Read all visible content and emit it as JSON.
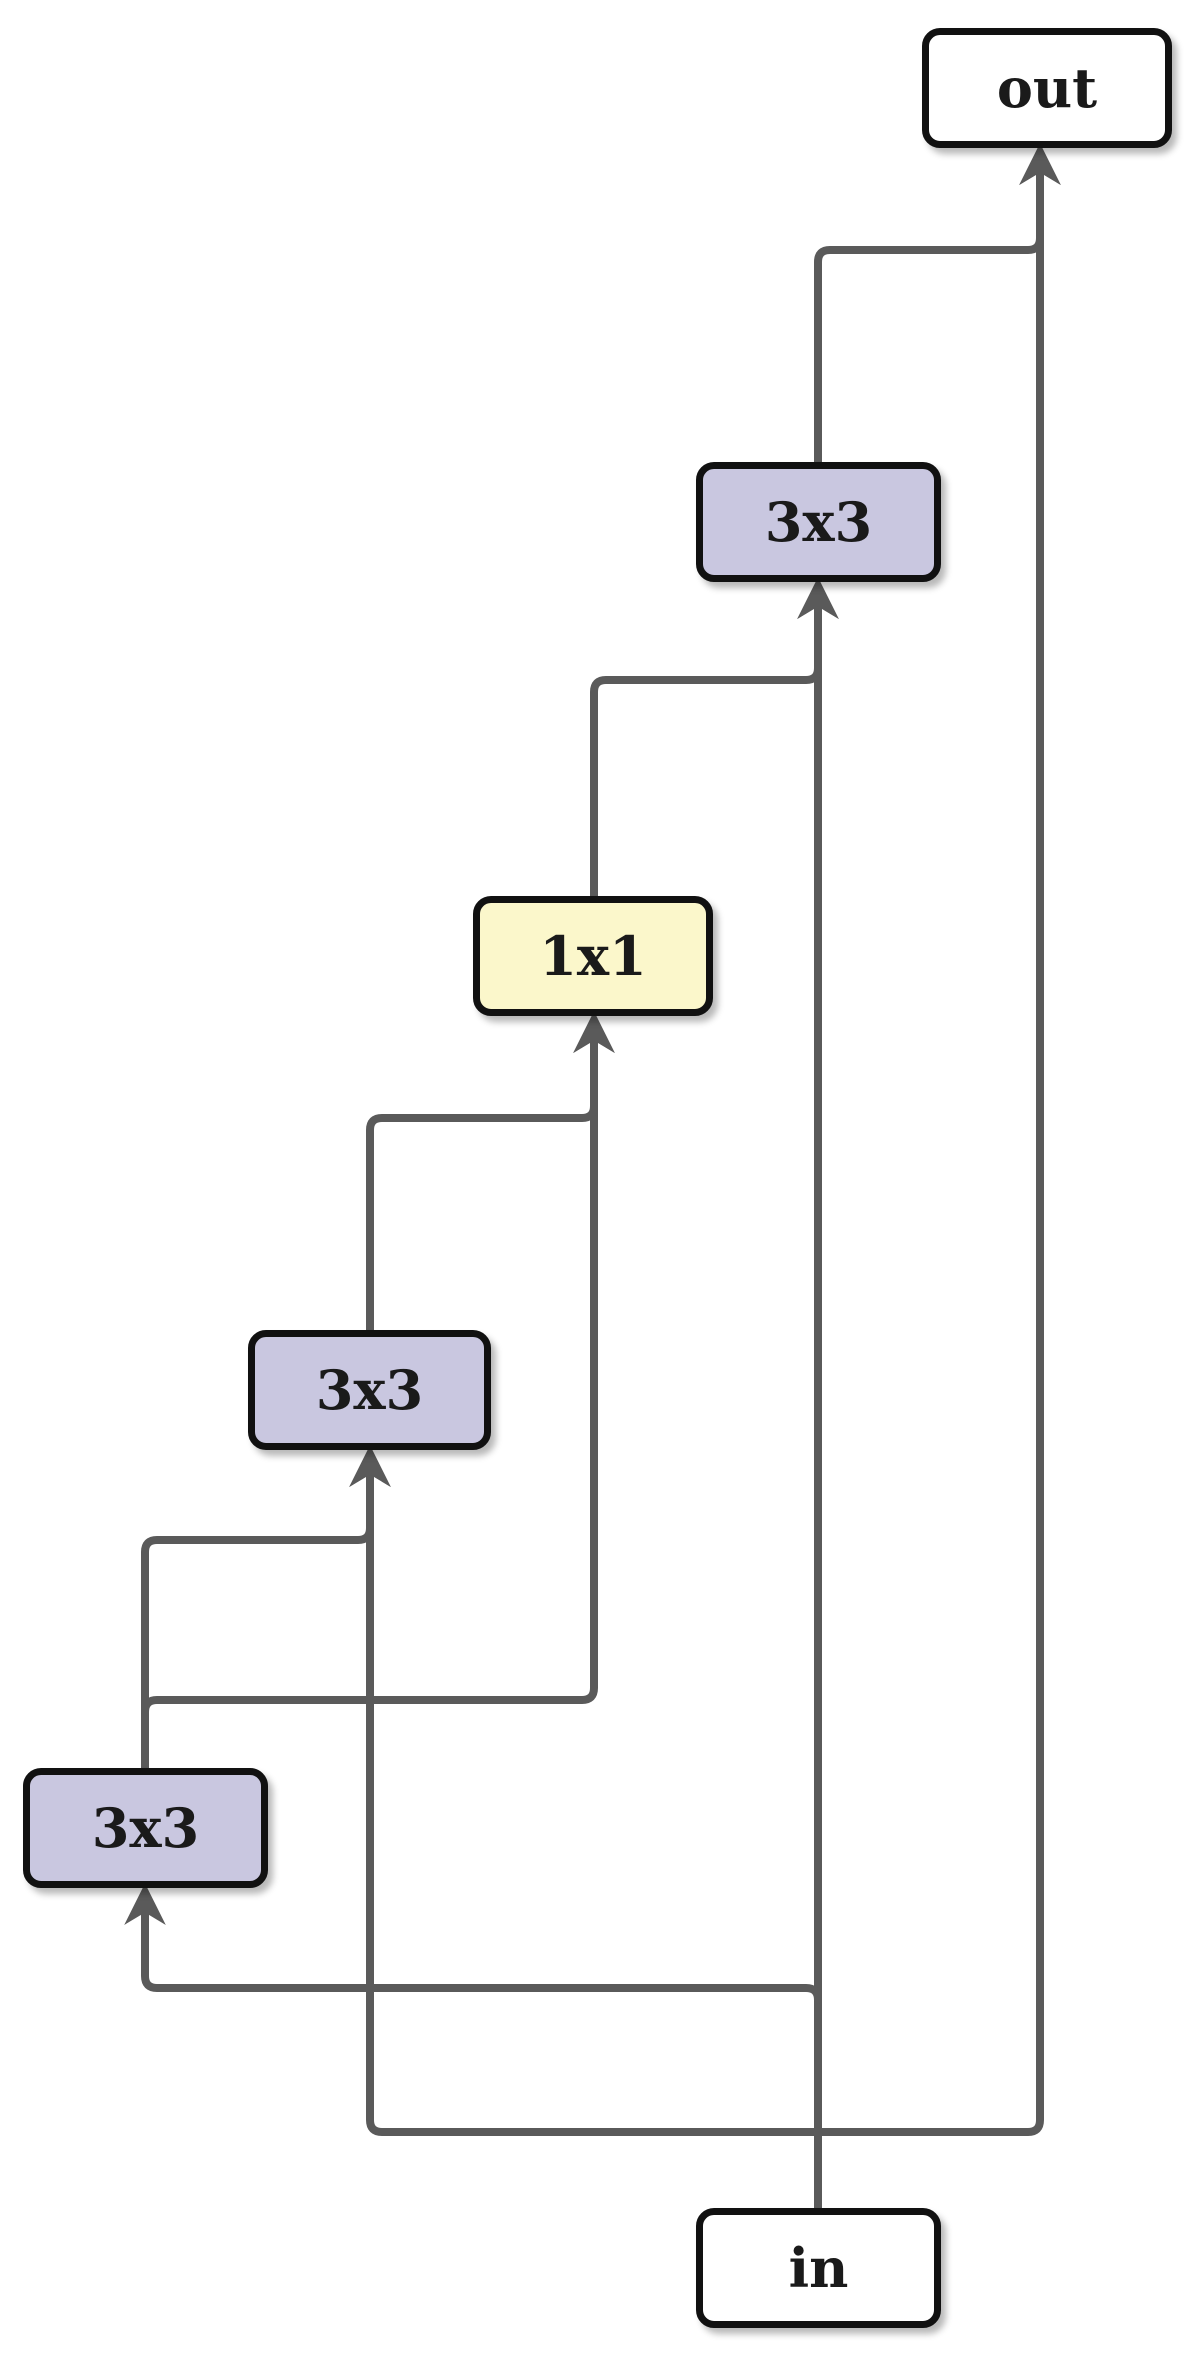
{
  "colors": {
    "wire": "#5a5a5a",
    "conv3": "#c9c7e0",
    "conv1": "#fbf7cb",
    "io": "#ffffff",
    "border": "#111111"
  },
  "nodes": {
    "out": "out",
    "conv3_top": "3x3",
    "conv1x1": "1x1",
    "conv3_mid": "3x3",
    "conv3_low": "3x3",
    "in": "in"
  }
}
